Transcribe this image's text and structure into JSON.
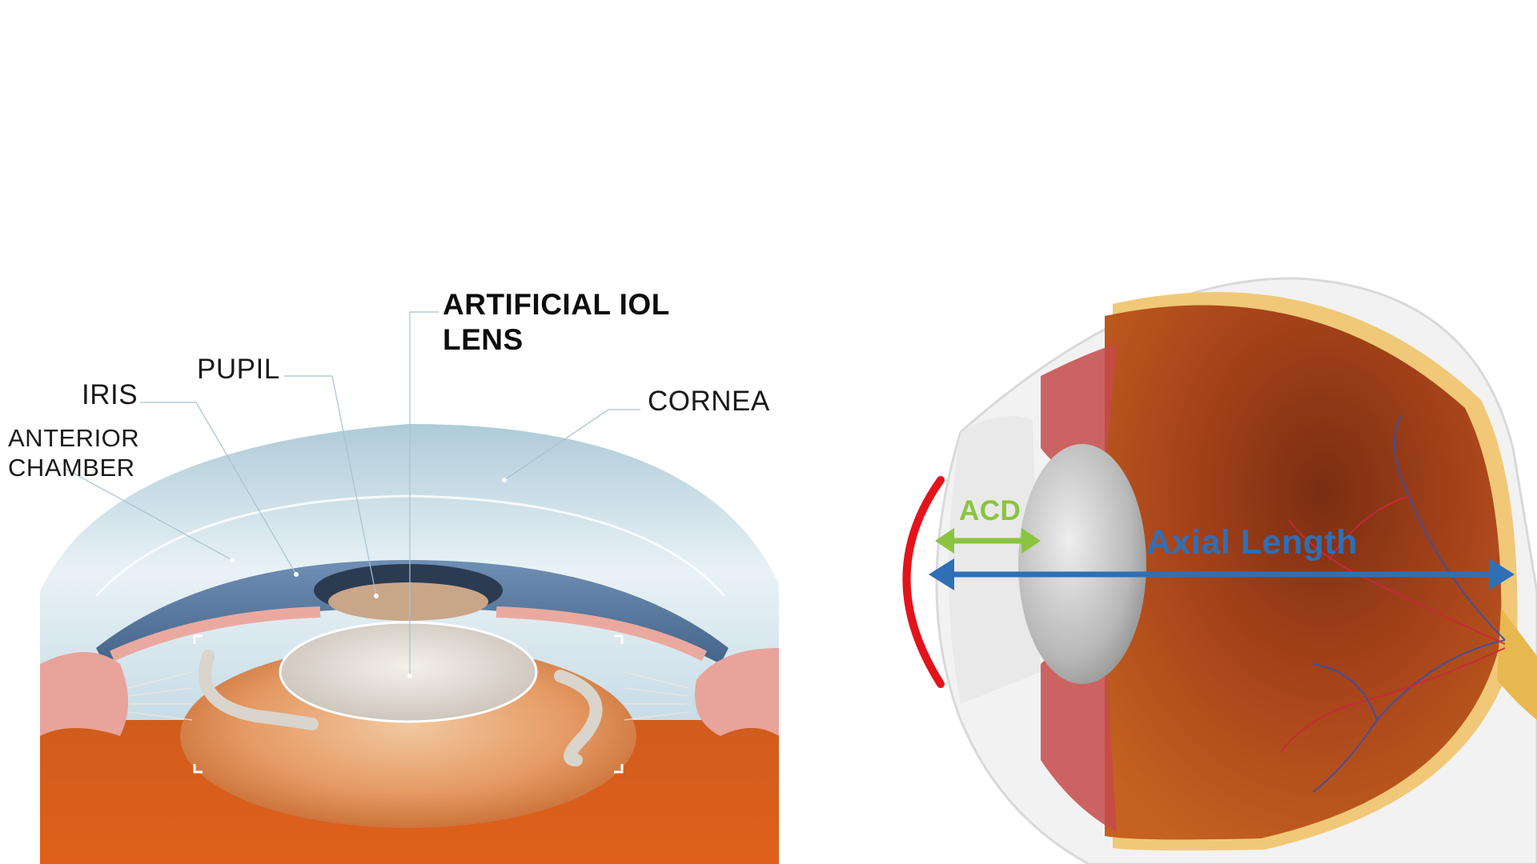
{
  "left_diagram": {
    "labels": {
      "artificial_iol_line1": "ARTIFICIAL IOL",
      "artificial_iol_line2": "LENS",
      "pupil": "PUPIL",
      "iris": "IRIS",
      "anterior_chamber_line1": "ANTERIOR",
      "anterior_chamber_line2": "CHAMBER",
      "cornea": "CORNEA"
    }
  },
  "right_diagram": {
    "labels": {
      "acd": "ACD",
      "axial_length": "Axial Length"
    }
  },
  "colors": {
    "acd": "#8ac43f",
    "axial_length": "#2f6fb5",
    "corneal_arc": "#e3131b",
    "iris_blue": "#5d7fa5",
    "eye_interior": "#a5431c",
    "background": "#ffffff"
  }
}
